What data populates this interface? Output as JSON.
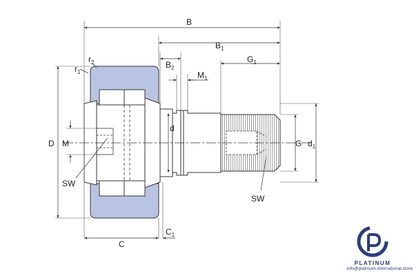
{
  "drawing": {
    "accent_color": "#b9c4e2",
    "line_color": "#333333",
    "labels": {
      "B": "B",
      "B1": "B",
      "B1_sub": "1",
      "B2": "B",
      "B2_sub": "2",
      "G1": "G",
      "G1_sub": "1",
      "M1": "M",
      "M1_sub": "1",
      "r2": "r",
      "r2_sub": "2",
      "r1": "r",
      "r1_sub": "1",
      "D": "D",
      "M": "M",
      "d": "d",
      "G": "G",
      "d1": "d",
      "d1_sub": "1",
      "SW_left": "SW",
      "SW_right": "SW",
      "C": "C",
      "C1": "C",
      "C1_sub": "1"
    }
  },
  "watermark": {
    "brand": "PLATINUM",
    "email": "info@platinum-international.store",
    "brand_color": "#2a3f7a"
  }
}
